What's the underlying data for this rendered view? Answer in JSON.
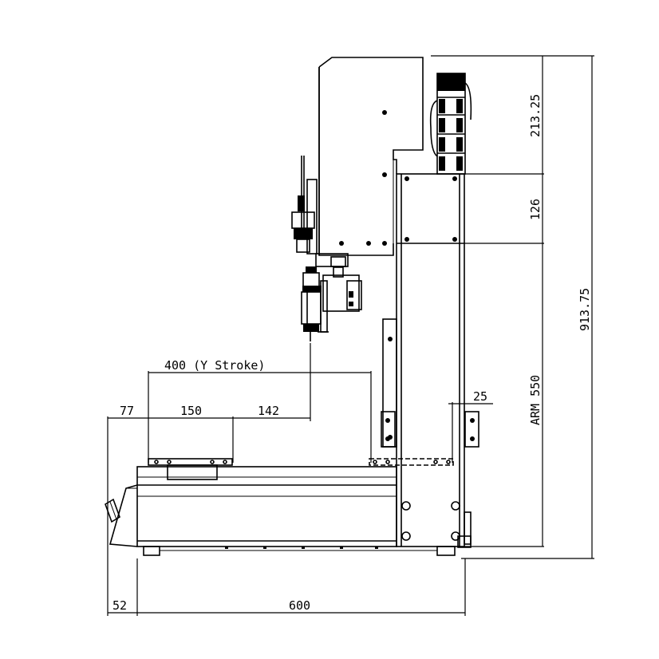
{
  "dimensions": {
    "d77": "77",
    "d150": "150",
    "d142": "142",
    "y_stroke": "400 (Y Stroke)",
    "d25": "25",
    "d52": "52",
    "d600": "600",
    "d213": "213.25",
    "d126": "126",
    "arm550": "ARM 550",
    "d913": "913.75"
  }
}
